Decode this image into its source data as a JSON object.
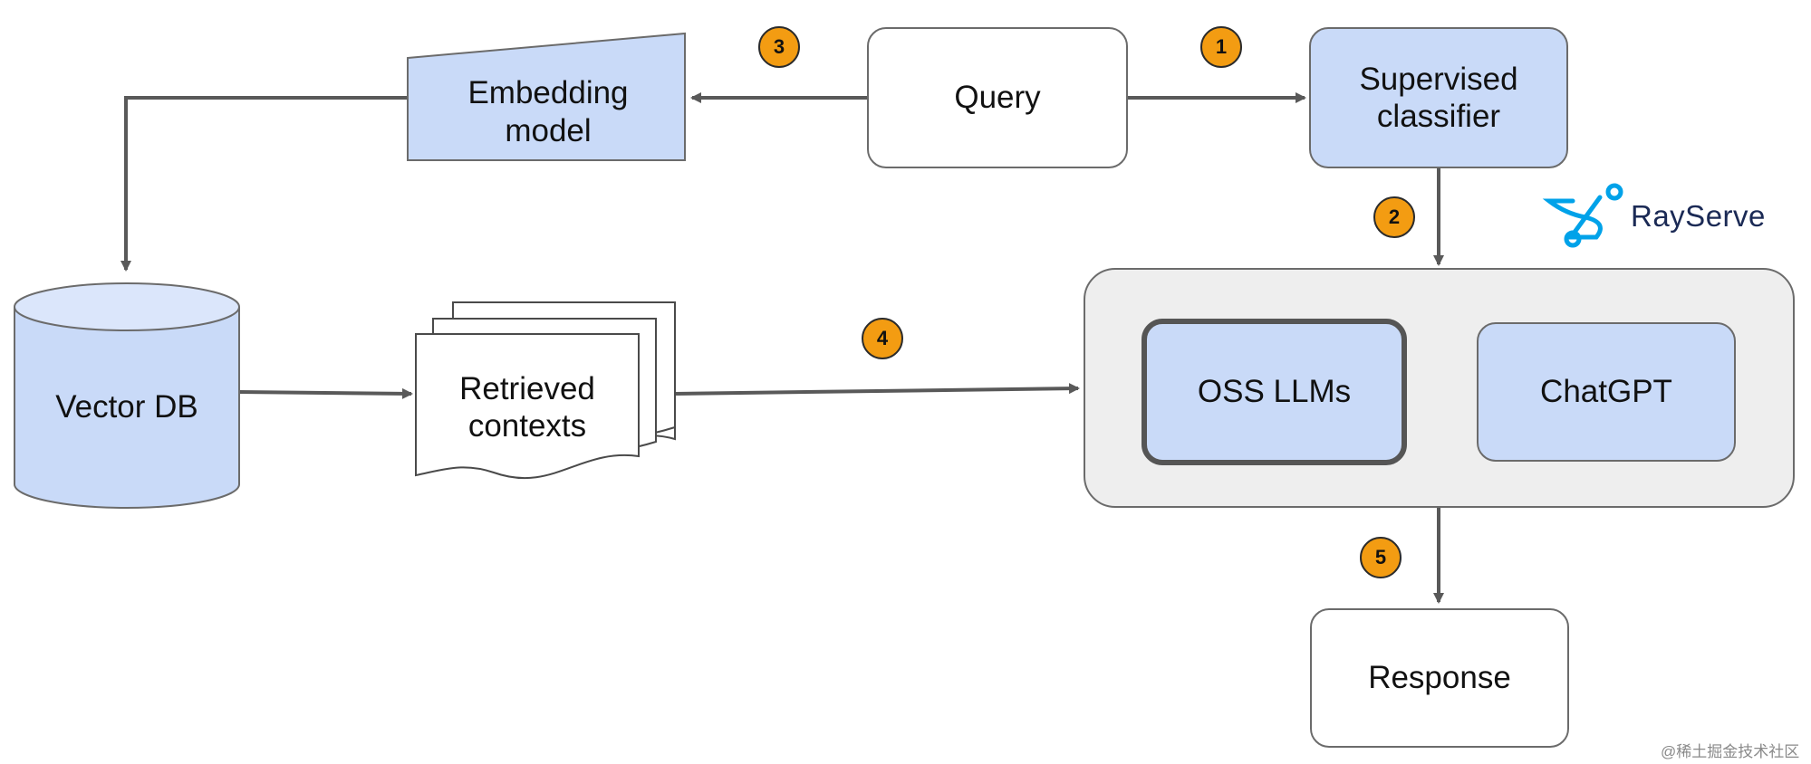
{
  "nodes": {
    "query": "Query",
    "supervised_classifier": "Supervised\nclassifier",
    "embedding_model": "Embedding\nmodel",
    "vector_db": "Vector DB",
    "retrieved_contexts": "Retrieved\ncontexts",
    "oss_llms": "OSS LLMs",
    "chatgpt": "ChatGPT",
    "response": "Response"
  },
  "steps": [
    "1",
    "2",
    "3",
    "4",
    "5"
  ],
  "logo": {
    "name": "ray-serve-logo",
    "text": "RayServe"
  },
  "watermark": "@稀土掘金技术社区",
  "colors": {
    "node_fill": "#c9daf8",
    "white_fill": "#ffffff",
    "group_fill": "#eeeeee",
    "stroke": "#6b6b6b",
    "arrow": "#595959",
    "badge": "#f39c12",
    "ray_blue": "#00a2e9",
    "ray_text": "#1b2a55"
  }
}
